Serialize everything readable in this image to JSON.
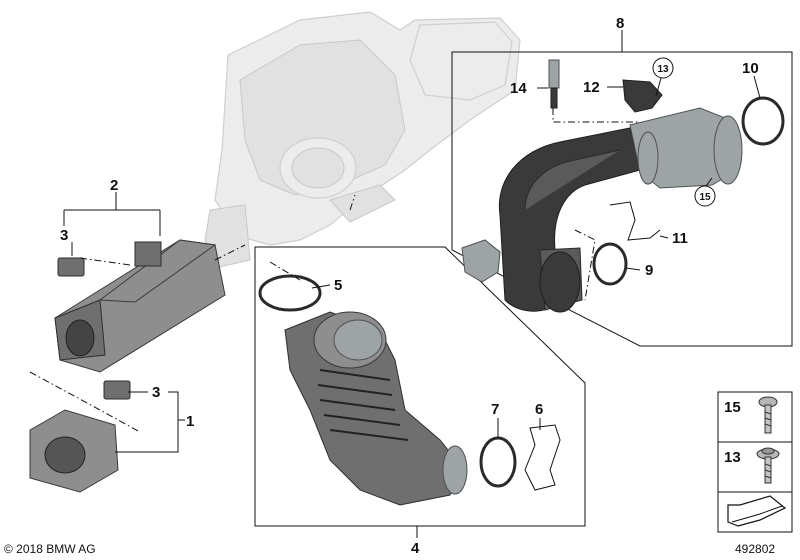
{
  "callouts": {
    "c1": "1",
    "c2": "2",
    "c3a": "3",
    "c3b": "3",
    "c4": "4",
    "c5": "5",
    "c6": "6",
    "c7": "7",
    "c8": "8",
    "c9": "9",
    "c10": "10",
    "c11": "11",
    "c12": "12",
    "c13": "13",
    "c14": "14",
    "c15": "15"
  },
  "legend": {
    "item15": "15",
    "item13": "13"
  },
  "footer": {
    "copyright": "© 2018 BMW AG",
    "diagram_number": "492802"
  }
}
